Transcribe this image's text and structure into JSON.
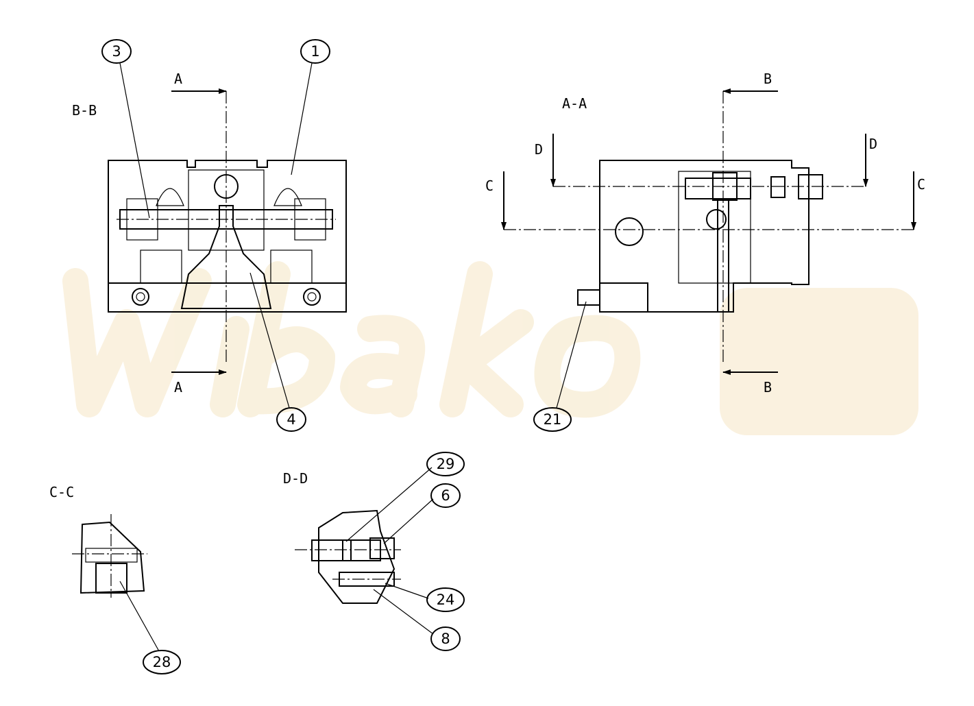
{
  "watermark": {
    "text": "Wibako",
    "color": "#f5e6c4"
  },
  "views": {
    "bb": {
      "title": "B-B",
      "cut_top": "A",
      "cut_bottom": "A"
    },
    "aa": {
      "title": "A-A",
      "cut_top": "B",
      "cut_bottom": "B",
      "cut_left_c": "C",
      "cut_right_c": "C",
      "cut_left_d": "D",
      "cut_right_d": "D"
    },
    "cc": {
      "title": "C-C"
    },
    "dd": {
      "title": "D-D"
    }
  },
  "balloons": [
    "3",
    "1",
    "4",
    "21",
    "29",
    "6",
    "24",
    "8",
    "28"
  ]
}
